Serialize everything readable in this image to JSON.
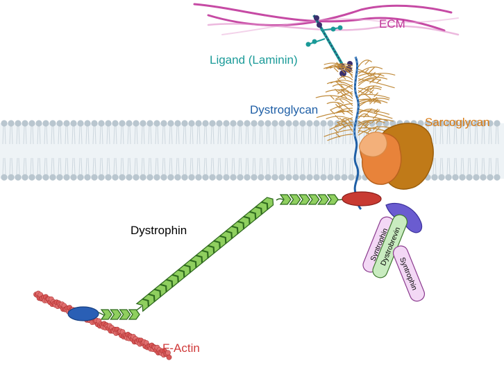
{
  "labels": {
    "ecm": "ECM",
    "ligand": "Ligand (Laminin)",
    "dystroglycan": "Dystroglycan",
    "sarcoglycan": "Sarcoglycan",
    "dystrophin": "Dystrophin",
    "f_actin": "F-Actin"
  },
  "complex": {
    "syntrophin_1": "Syntrophin",
    "dystrobrevin": "Dystrobrevin",
    "syntrophin_2": "Syntrophin"
  },
  "colors": {
    "ecm": "#c0369a",
    "ligand": "#1a9a98",
    "dystroglycan": "#1f5fa6",
    "sarcoglycan": "#d97b14",
    "dystrophin": "#000000",
    "f_actin": "#d03a3a",
    "membrane_head": "#b9c6cf",
    "dystrophin_fill": "#8fcf5f",
    "dystrophin_edge": "#2f6a1f",
    "syntrophin_fill": "#f3d8f5",
    "syntrophin_edge": "#8a3a8e",
    "dystrobrevin_fill": "#c9ecc0",
    "dystrobrevin_edge": "#3e7a2e"
  }
}
